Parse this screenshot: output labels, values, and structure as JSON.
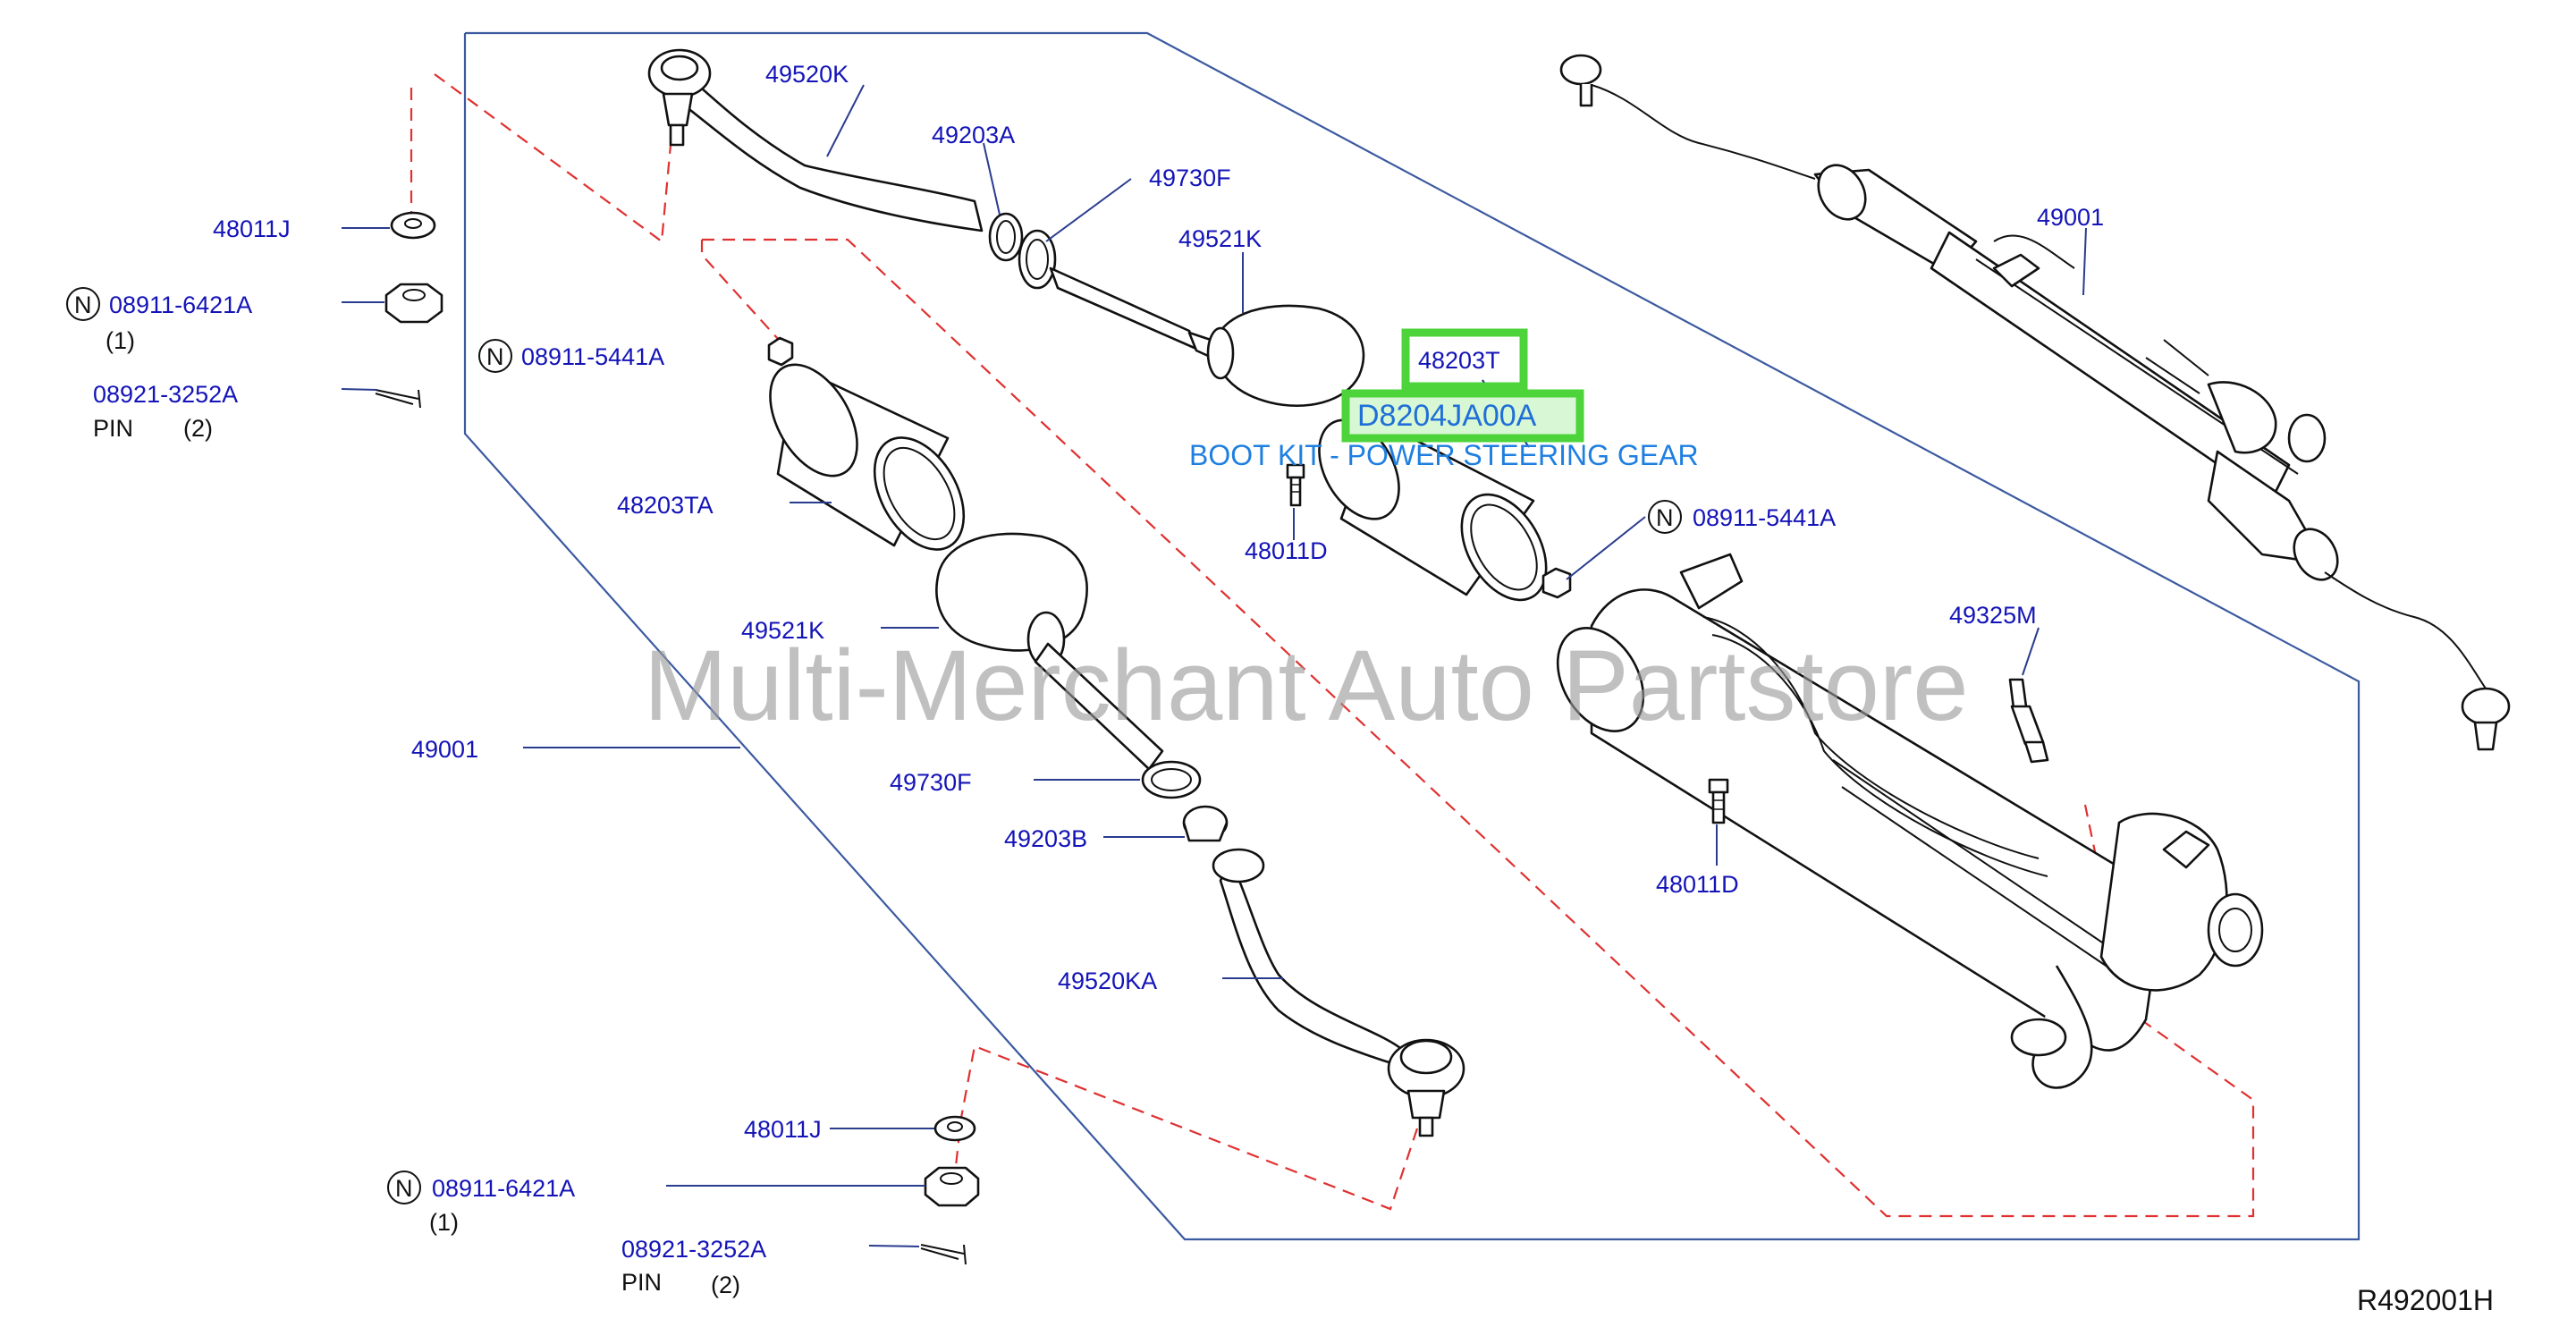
{
  "diagram": {
    "labels": {
      "tie_rod_end_upper": "49520K",
      "boot_clamp_upper": "49203A",
      "ring_upper": "49730F",
      "boot_upper": "49521K",
      "washer_upper": "48011J",
      "nut_upper_n": "N",
      "nut_upper": "08911-6421A",
      "nut_upper_qty": "(1)",
      "nut_small_left_n": "N",
      "nut_small_left": "08911-5441A",
      "pin_upper_part": "08921-3252A",
      "pin_upper_name": "PIN",
      "pin_upper_qty": "(2)",
      "boot_kit_a": "48203TA",
      "boot_left_lower": "49521K",
      "gear_assy_left": "49001",
      "ring_lower": "49730F",
      "boot_clamp_lower": "49203B",
      "tie_rod_end_lower": "49520KA",
      "washer_lower": "48011J",
      "nut_lower_n": "N",
      "nut_lower": "08911-6421A",
      "nut_lower_qty": "(1)",
      "pin_lower_part": "08921-3252A",
      "pin_lower_name": "PIN",
      "pin_lower_qty": "(2)",
      "boot_kit_t": "48203T",
      "boot_kit_code": "D8204JA00A",
      "boot_kit_desc": "BOOT KIT - POWER STEERING GEAR",
      "bolt_mid": "48011D",
      "nut_small_right_n": "N",
      "nut_small_right": "08911-5441A",
      "gear_assy_right": "49001",
      "sensor": "49325M",
      "bolt_right": "48011D",
      "diagram_ref": "R492001H"
    },
    "watermark": "Multi-Merchant Auto Partstore",
    "colors": {
      "label": "#1414b8",
      "highlight_box": "#4cd43a",
      "boot_kit_desc": "#1f7fe0",
      "frame": "#3c5aa0",
      "dash": "#e03030"
    }
  }
}
